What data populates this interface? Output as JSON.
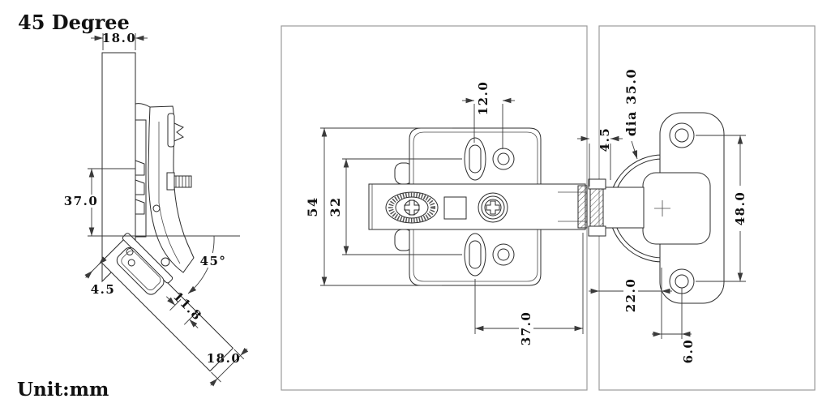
{
  "title": "45 Degree",
  "unit_label": "Unit:mm",
  "colors": {
    "line": "#2b2b2b",
    "dimension": "#3a3a3a",
    "frame_border": "#9b9b9b",
    "background": "#ffffff"
  },
  "side_view": {
    "dim_door_width_top": "18.0",
    "dim_plate_height": "37.0",
    "dim_overlay": "4.5",
    "dim_cup_edge_distance": "11.8",
    "dim_door_thickness": "18.0",
    "dim_opening_angle": "45°"
  },
  "plan_view": {
    "dim_hole_offset": "12.0",
    "dim_plate_length": "54",
    "dim_slot_spacing": "32",
    "dim_arm_length": "37.0"
  },
  "cup_view": {
    "dim_rim": "4.5",
    "dim_cup_diameter": "dia 35.0",
    "dim_screw_hole_spacing": "48.0",
    "dim_setback": "22.0",
    "dim_edge_distance": "6.0"
  }
}
